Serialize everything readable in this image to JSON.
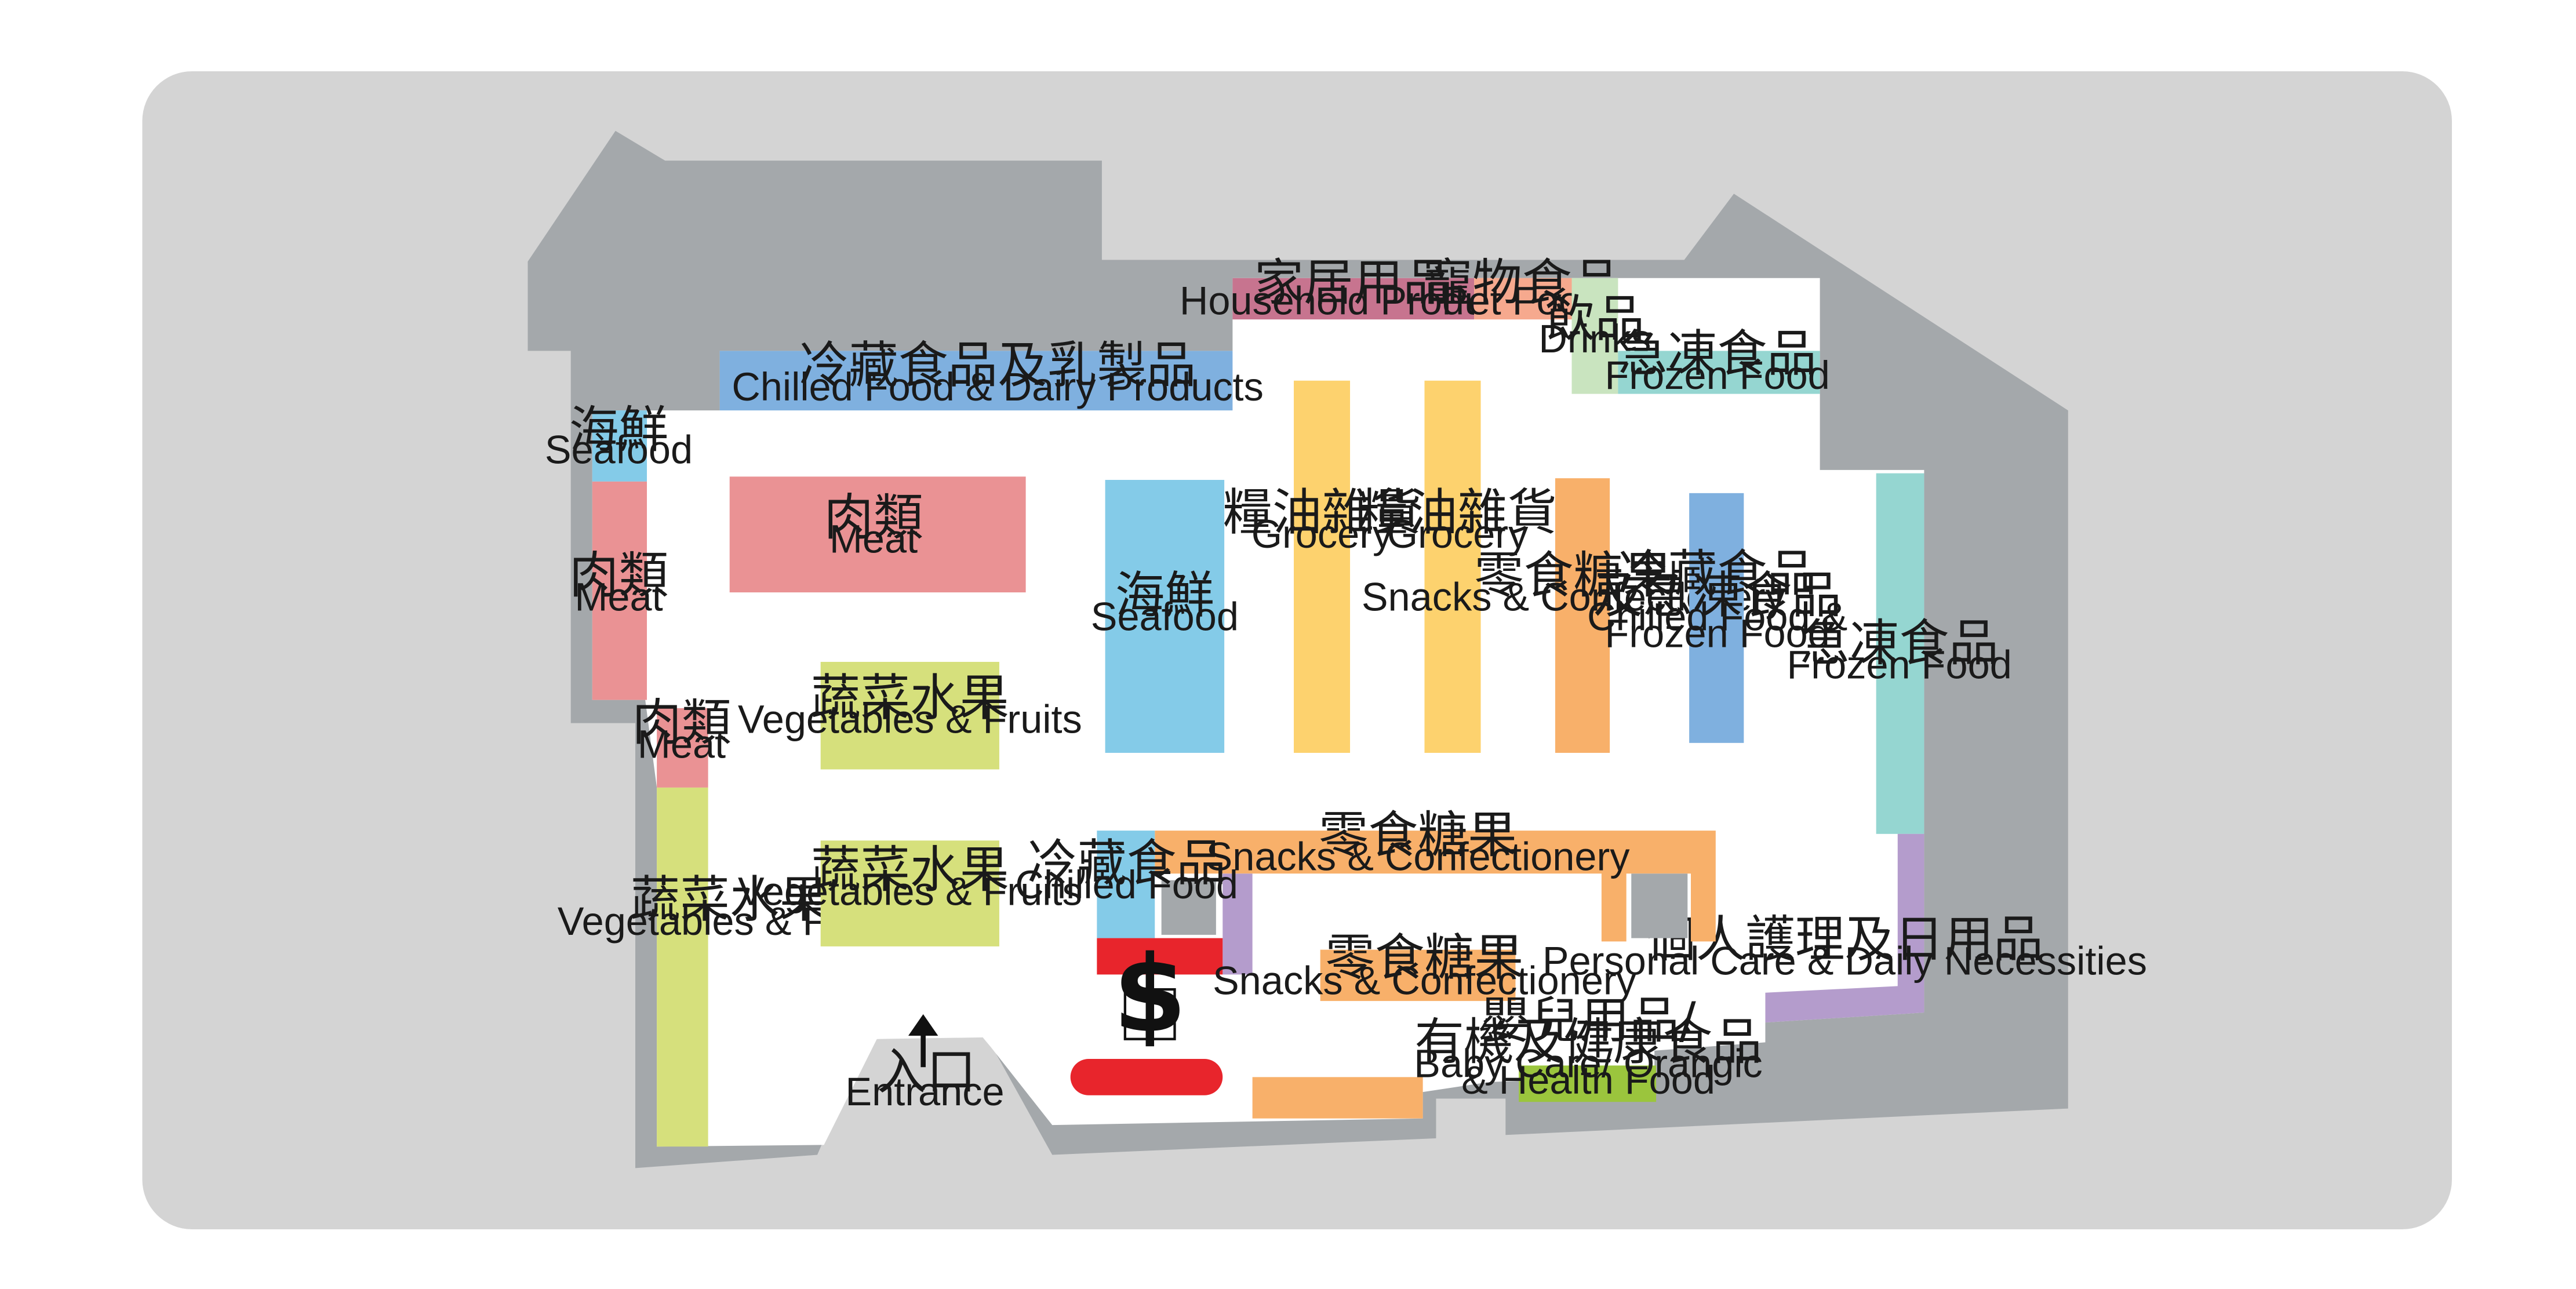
{
  "colors": {
    "background": "#d4d4d4",
    "wall": "#a4a8ab",
    "floor": "#ffffff",
    "household": "#c7748f",
    "pet": "#f6a98e",
    "drinks": "#c9e4bf",
    "frozen": "#95d6d1",
    "chilled_dairy": "#7fb0df",
    "seafood": "#84cbe8",
    "meat": "#ea9294",
    "vegetables": "#d6e07c",
    "grocery": "#fdd26e",
    "snacks": "#f8b06a",
    "chilled_frozen": "#7fb0df",
    "personal_care": "#b49ccc",
    "baby_care": "#9bc53d",
    "cashier": "#e8252c",
    "fixture": "#a4a8ab"
  },
  "sections": {
    "household": {
      "zh": "家居用品",
      "en": "Household Products"
    },
    "pet_food": {
      "zh": "寵物食品",
      "en": "Pet Food"
    },
    "drinks": {
      "zh": "飲品",
      "en": "Drinks"
    },
    "frozen_top": {
      "zh": "急凍食品",
      "en": "Frozen Food"
    },
    "chilled_dairy": {
      "zh": "冷藏食品及乳製品",
      "en": "Chilled Food & Dairy Products"
    },
    "seafood_left": {
      "zh": "海鮮",
      "en": "Seafood"
    },
    "meat_left": {
      "zh": "肉類",
      "en": "Meat"
    },
    "meat_island": {
      "zh": "肉類",
      "en": "Meat"
    },
    "meat_small": {
      "zh": "肉類",
      "en": "Meat"
    },
    "veg_left": {
      "zh": "蔬菜水果",
      "en": "Vegetables & Fruits"
    },
    "veg_island1": {
      "zh": "蔬菜水果",
      "en": "Vegetables & Fruits"
    },
    "veg_island2": {
      "zh": "蔬菜水果",
      "en": "Vegetables & Fruits"
    },
    "seafood_island": {
      "zh": "海鮮",
      "en": "Seafood"
    },
    "grocery1": {
      "zh": "糧油雜貨",
      "en": "Grocery"
    },
    "grocery2": {
      "zh": "糧油雜貨",
      "en": "Grocery"
    },
    "snacks_aisle": {
      "zh": "零食糖果",
      "en": "Snacks & Confectionery"
    },
    "chilled_frozen": {
      "zh1": "冷藏食品",
      "zh2": "及急凍食品",
      "en1": "Chilled Food &",
      "en2": "Frozen Food"
    },
    "frozen_right": {
      "zh": "急凍食品",
      "en": "Frozen Food"
    },
    "snacks_counter": {
      "zh": "零食糖果",
      "en": "Snacks & Confectionery"
    },
    "chilled_food": {
      "zh": "冷藏食品",
      "en": "Chilled Food"
    },
    "snacks_island": {
      "zh": "零食糖果",
      "en": "Snacks & Confectionery"
    },
    "personal_care": {
      "zh": "個人護理及日用品",
      "en": "Personal Care & Daily Necessities"
    },
    "baby_care": {
      "zh1": "嬰兒用品/",
      "zh2": "有機及健康食品",
      "en1": "Baby Care/ Orangic",
      "en2": "& Health Food"
    }
  },
  "entrance": {
    "zh": "入口",
    "en": "Entrance"
  },
  "cashier": {
    "symbol": "$"
  }
}
